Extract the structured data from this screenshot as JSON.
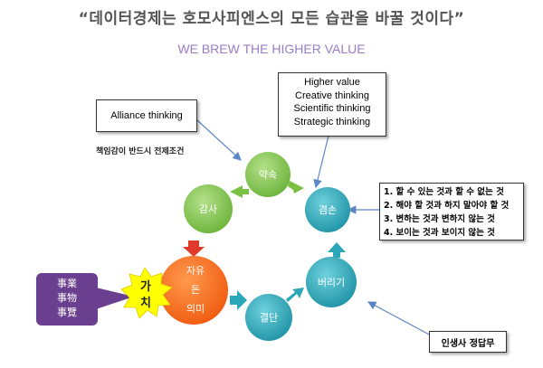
{
  "title": "“데이터경제는 호모사피엔스의 모든 습관을 바꿀 것이다”",
  "subtitle": "WE BREW THE HIGHER VALUE",
  "alliance_box": "Alliance thinking",
  "alliance_note": "책임감이 반드시 전제조건",
  "higher_box": [
    "Higher value",
    "Creative thinking",
    "Scientific thinking",
    "Strategic thinking"
  ],
  "list_box": [
    "1. 할 수 있는 것과 할 수 없는 것",
    "2. 해야 할 것과 하지 말아야 할 것",
    "3. 변하는 것과 변하지 않는 것",
    "4. 보이는 것과 보이지 않는 것"
  ],
  "life_box": "인생사 정답무",
  "purple_box": [
    "事業",
    "事物",
    "事覽"
  ],
  "star_label": [
    "가",
    "치"
  ],
  "cycle": {
    "promise": "약속",
    "gratitude": "감사",
    "humility": "겸손",
    "letting_go": "버리기",
    "decision": "결단",
    "core": [
      "자유",
      "돈",
      "의미"
    ]
  },
  "colors": {
    "teal": "#2aa7b8",
    "green": "#7ac143",
    "orange": "#f26b1d",
    "red": "#e03a2b",
    "yellow": "#ffff00",
    "purple": "#6b3f8f"
  }
}
